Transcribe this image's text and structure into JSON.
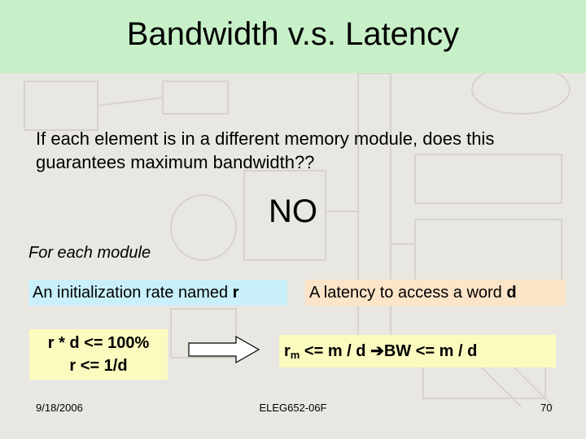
{
  "slide": {
    "title": "Bandwidth v.s. Latency",
    "question": "If each element is in a different memory module, does this guarantees maximum bandwidth??",
    "answer": "NO",
    "section": "For each module",
    "init_text": "An initialization rate named ",
    "init_var": "r",
    "latency_text": "A latency to access a word ",
    "latency_var": "d",
    "formula_line1": "r * d <= 100%",
    "formula_line2": "r <= 1/d",
    "result_r": "r",
    "result_sub": "m",
    "result_part1": " <= m / d ",
    "result_arrow": "➔",
    "result_part2": "BW <= m / d"
  },
  "footer": {
    "date": "9/18/2006",
    "course": "ELEG652-06F",
    "page": "70"
  },
  "colors": {
    "title_bg": "#c8f0c8",
    "init_bg": "#c9f0fa",
    "latency_bg": "#fbe4c8",
    "formula_bg": "#fbfbc0"
  }
}
